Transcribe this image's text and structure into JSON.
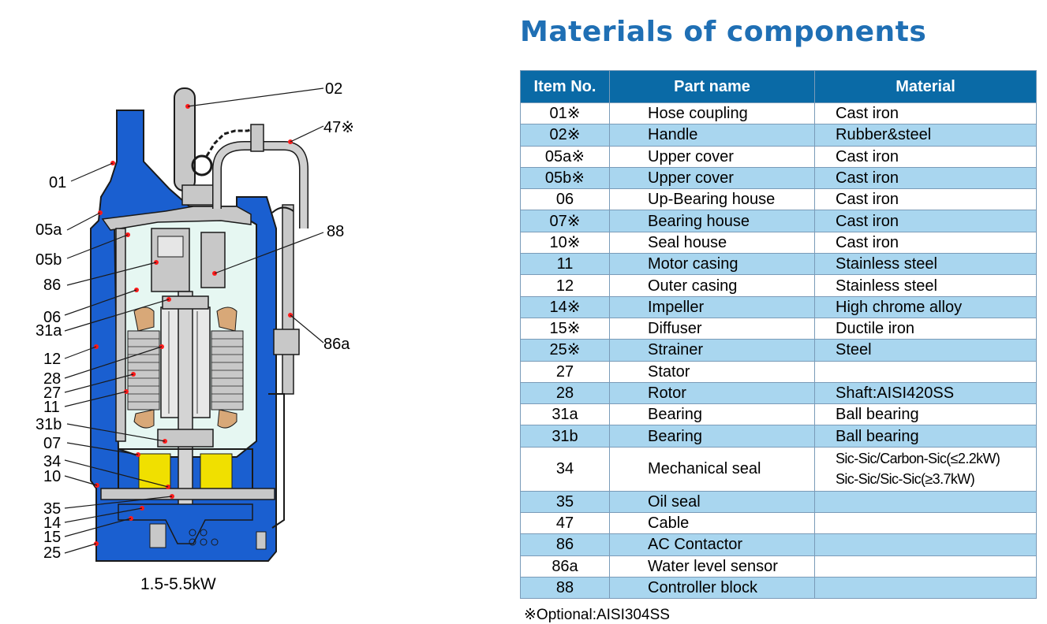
{
  "title": "Materials of components",
  "table": {
    "headers": [
      "Item No.",
      "Part name",
      "Material"
    ],
    "rows": [
      {
        "no": "01※",
        "name": "Hose coupling",
        "material": "Cast iron"
      },
      {
        "no": "02※",
        "name": "Handle",
        "material": "Rubber&steel"
      },
      {
        "no": "05a※",
        "name": "Upper cover",
        "material": "Cast iron"
      },
      {
        "no": "05b※",
        "name": "Upper cover",
        "material": "Cast iron"
      },
      {
        "no": "06",
        "name": "Up-Bearing house",
        "material": "Cast iron"
      },
      {
        "no": "07※",
        "name": "Bearing house",
        "material": "Cast iron"
      },
      {
        "no": "10※",
        "name": "Seal house",
        "material": "Cast iron"
      },
      {
        "no": "11",
        "name": "Motor casing",
        "material": "Stainless steel"
      },
      {
        "no": "12",
        "name": "Outer casing",
        "material": "Stainless steel"
      },
      {
        "no": "14※",
        "name": "Impeller",
        "material": "High chrome alloy"
      },
      {
        "no": "15※",
        "name": "Diffuser",
        "material": "Ductile iron"
      },
      {
        "no": "25※",
        "name": "Strainer",
        "material": "Steel"
      },
      {
        "no": "27",
        "name": "Stator",
        "material": ""
      },
      {
        "no": "28",
        "name": "Rotor",
        "material": "Shaft:AISI420SS"
      },
      {
        "no": "31a",
        "name": "Bearing",
        "material": "Ball bearing"
      },
      {
        "no": "31b",
        "name": "Bearing",
        "material": "Ball bearing"
      },
      {
        "no": "34",
        "name": "Mechanical seal",
        "material": "Sic-Sic/Carbon-Sic(≤2.2kW)",
        "material2": "Sic-Sic/Sic-Sic(≥3.7kW)"
      },
      {
        "no": "35",
        "name": "Oil seal",
        "material": ""
      },
      {
        "no": "47",
        "name": "Cable",
        "material": ""
      },
      {
        "no": "86",
        "name": "AC Contactor",
        "material": ""
      },
      {
        "no": "86a",
        "name": "Water level sensor",
        "material": ""
      },
      {
        "no": "88",
        "name": "Controller block",
        "material": ""
      }
    ]
  },
  "footnote": "※Optional:AISI304SS",
  "diagram": {
    "caption": "1.5-5.5kW",
    "labels": [
      "02",
      "47※",
      "01",
      "05a",
      "88",
      "05b",
      "86",
      "06",
      "31a",
      "12",
      "86a",
      "28",
      "27",
      "11",
      "31b",
      "07",
      "34",
      "10",
      "35",
      "14",
      "15",
      "25"
    ]
  },
  "colors": {
    "title": "#1f6fb4",
    "header_bg": "#0a6aa6",
    "row_alt": "#a9d6ef",
    "pump_blue": "#1a5fd0",
    "pump_gray": "#c8c8c8",
    "pump_inner": "#e6f7f2",
    "oil_yellow": "#f0e000",
    "marker_red": "#ff1a1a"
  }
}
